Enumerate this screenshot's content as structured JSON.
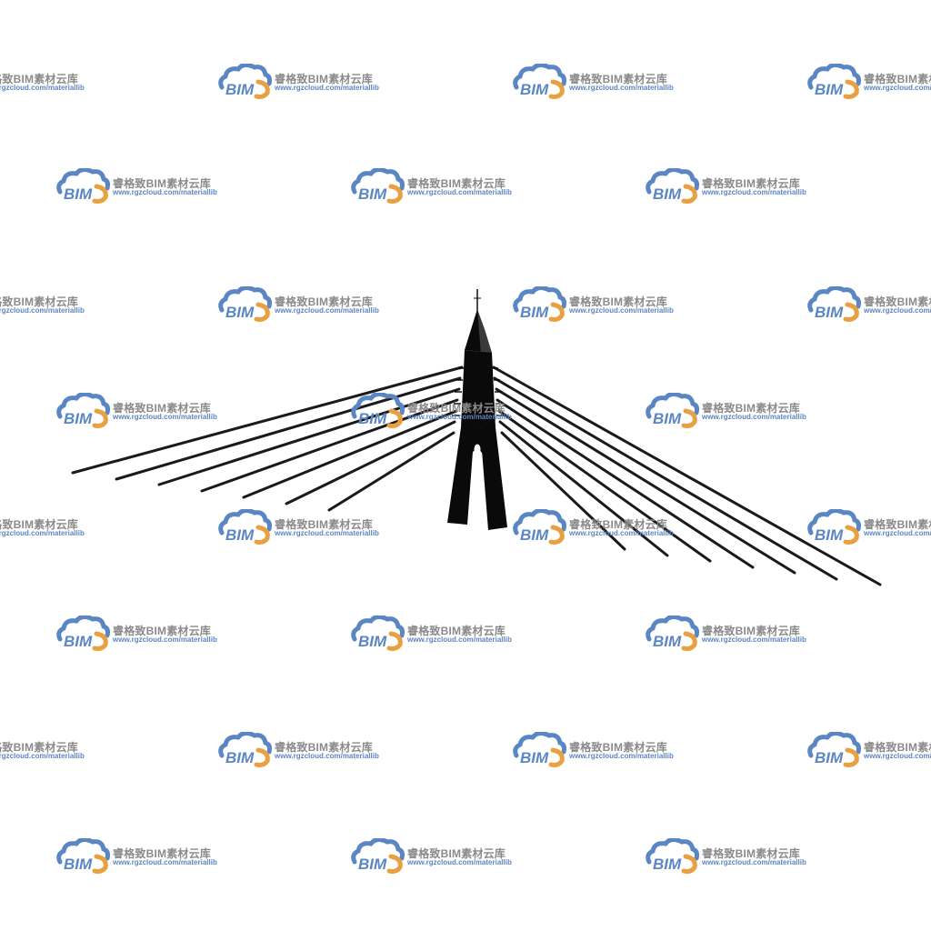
{
  "watermark": {
    "title": "睿格致BIM素材云库",
    "url": "www.rgzcloud.com/materiallib",
    "logo_text": "BIM",
    "logo_name": "cloud-bim-logo",
    "colors": {
      "cloud_blue": "#5b86c4",
      "cloud_orange": "#e8a040",
      "title_gray": "#8a8a8a"
    }
  },
  "model": {
    "name": "cable-stayed-bridge-pylon",
    "colors": {
      "pylon": "#0a0a0a",
      "pylon_top": "#3a3a3a",
      "cable": "#1a1a1a",
      "background": "#ffffff"
    }
  }
}
